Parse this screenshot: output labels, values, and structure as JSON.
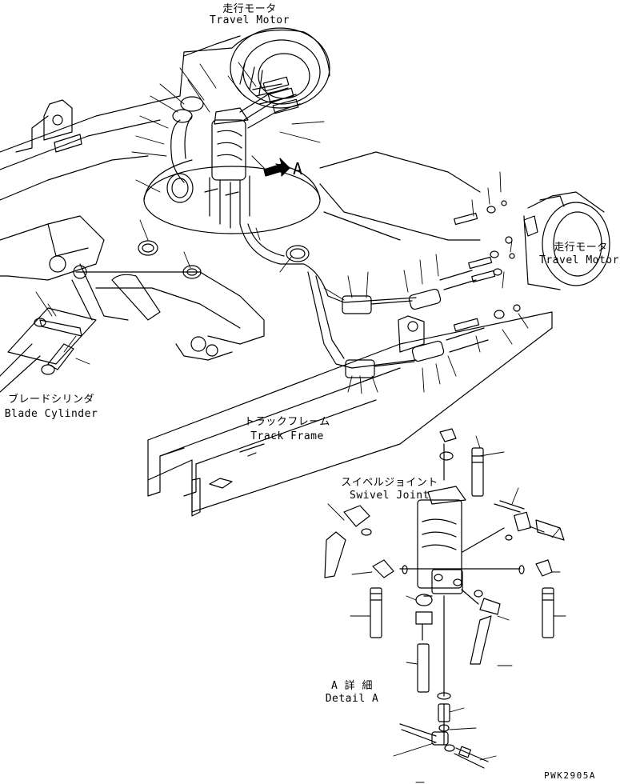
{
  "labels": {
    "travel_motor_top_jp": "走行モータ",
    "travel_motor_top_en": "Travel Motor",
    "travel_motor_right_jp": "走行モータ",
    "travel_motor_right_en": "Travel Motor",
    "detail_arrow": "A",
    "blade_cylinder_jp": "ブレードシリンダ",
    "blade_cylinder_en": "Blade Cylinder",
    "track_frame_jp": "トラックフレーム",
    "track_frame_en": "Track Frame",
    "swivel_joint_jp": "スイベルジョイント",
    "swivel_joint_en": "Swivel Joint",
    "detail_a_jp": "A 詳 細",
    "detail_a_en": "Detail A",
    "drawing_code": "PWK2905A"
  }
}
